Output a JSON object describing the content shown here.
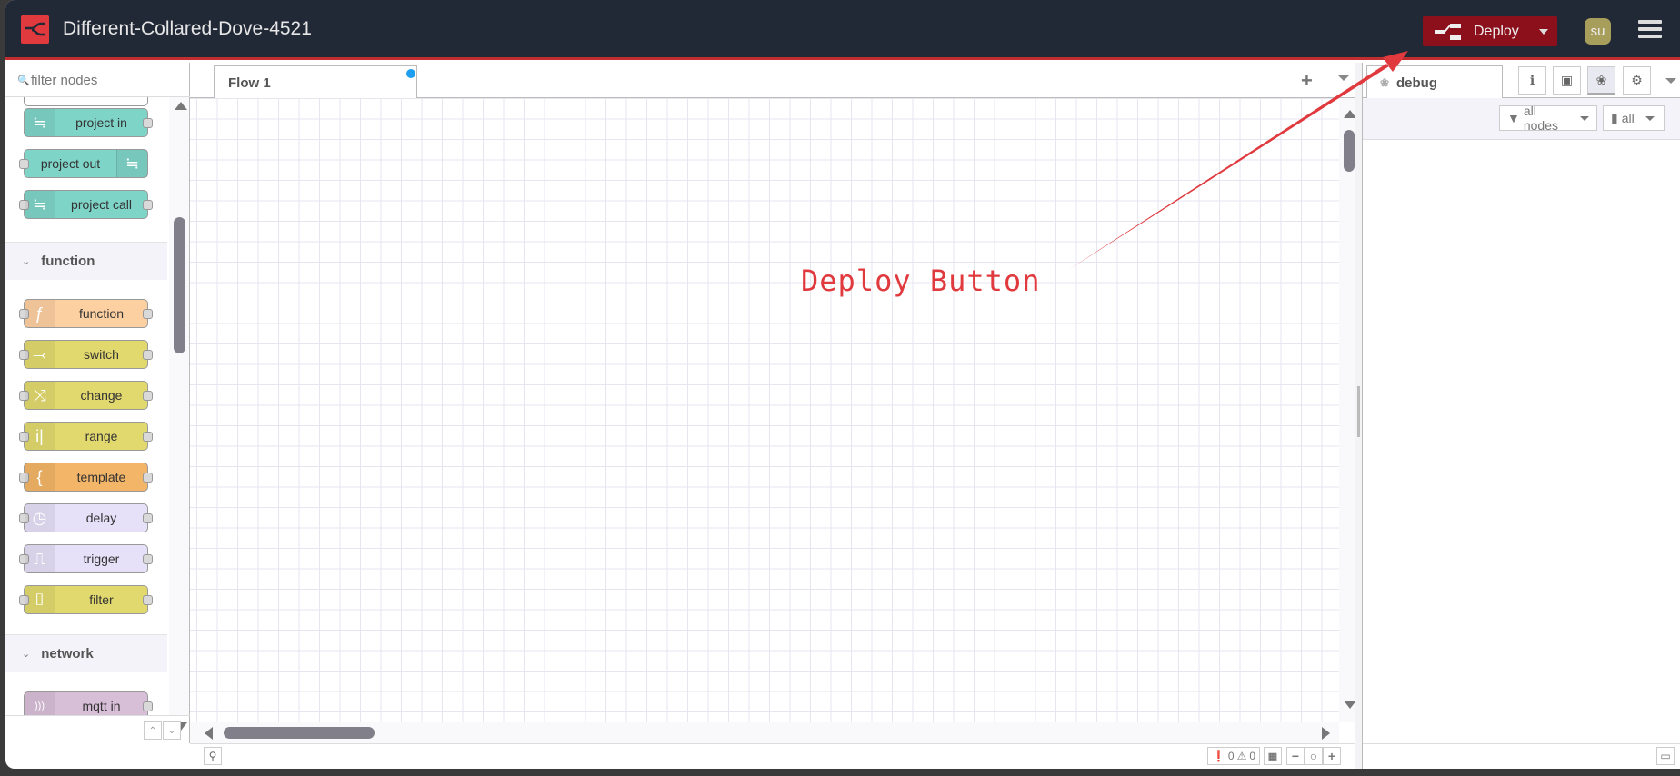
{
  "header": {
    "app_title": "Different-Collared-Dove-4521",
    "deploy_label": "Deploy",
    "avatar_initials": "su",
    "colors": {
      "header_bg": "#212836",
      "deploy_bg": "#8c101c",
      "accent_red": "#c02e30",
      "avatar_bg": "#a89e5b"
    }
  },
  "palette": {
    "filter_placeholder": "filter nodes",
    "nodes_top": [
      {
        "label": "project in",
        "color": "#7fd4c8",
        "icon_side": "left",
        "ports": [
          "out"
        ]
      },
      {
        "label": "project out",
        "color": "#7fd4c8",
        "icon_side": "right",
        "ports": [
          "in"
        ]
      },
      {
        "label": "project call",
        "color": "#7fd4c8",
        "icon_side": "left",
        "ports": [
          "in",
          "out"
        ]
      }
    ],
    "categories": [
      {
        "name": "function",
        "nodes": [
          {
            "label": "function",
            "color": "#fdd0a2",
            "icon": "ƒ"
          },
          {
            "label": "switch",
            "color": "#e2d96e",
            "icon": "⤙"
          },
          {
            "label": "change",
            "color": "#e2d96e",
            "icon": "⤨"
          },
          {
            "label": "range",
            "color": "#e2d96e",
            "icon": "i|"
          },
          {
            "label": "template",
            "color": "#f3b567",
            "icon": "{"
          },
          {
            "label": "delay",
            "color": "#e6e0f8",
            "icon": "◷"
          },
          {
            "label": "trigger",
            "color": "#e6e0f8",
            "icon": "⎍"
          },
          {
            "label": "filter",
            "color": "#e2d96e",
            "icon": "⌷"
          }
        ]
      },
      {
        "name": "network",
        "nodes": [
          {
            "label": "mqtt in",
            "color": "#d8bfd8",
            "icon": ")))"
          }
        ]
      }
    ]
  },
  "workspace": {
    "tabs": [
      {
        "label": "Flow 1",
        "changed": true
      }
    ],
    "status": {
      "errors": "0",
      "warnings": "0"
    }
  },
  "sidebar": {
    "active_tab": "debug",
    "filter_label": "all nodes",
    "clear_label": "all"
  },
  "annotation": {
    "text": "Deploy Button",
    "color": "#e0393e"
  }
}
